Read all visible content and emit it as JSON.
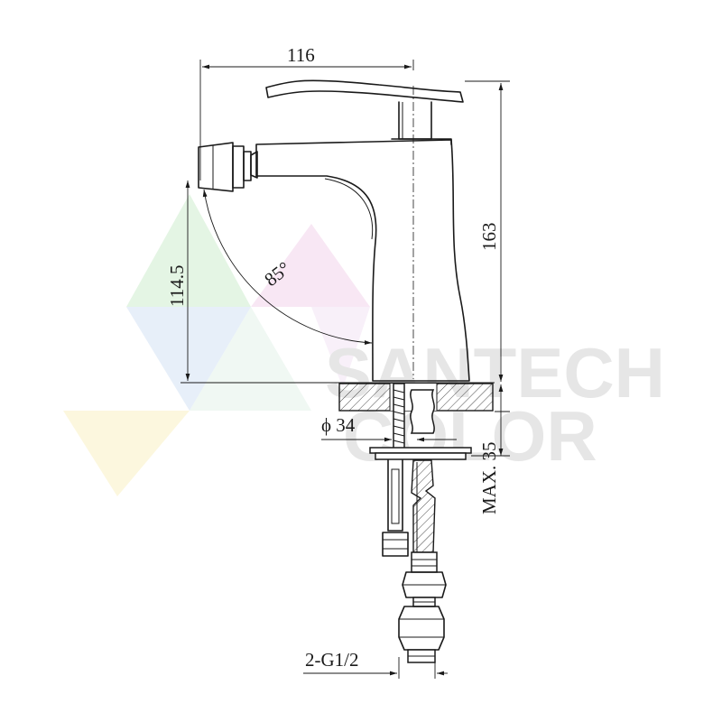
{
  "watermark": {
    "line1": "SANTECH",
    "line2": "COLOR"
  },
  "dimensions": {
    "width": "116",
    "height_total": "163",
    "height_spout": "114.5",
    "angle": "85°",
    "diameter": "ϕ 34",
    "max_thickness": "MAX. 35",
    "thread": "2-G1/2"
  }
}
